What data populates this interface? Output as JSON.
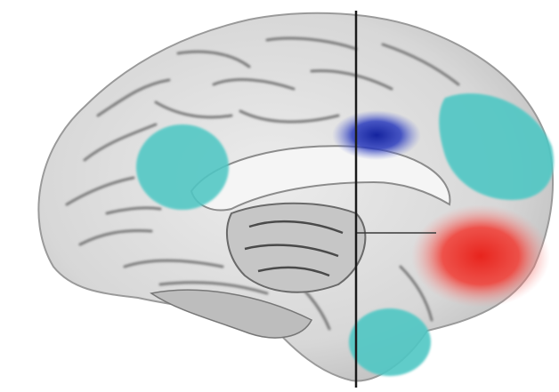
{
  "figure": {
    "subject": "brain-medial-sagittal-view",
    "background_color": "#ffffff",
    "brain_color": "#d9d9d9",
    "sulcus_color": "#6f6f6f",
    "divider_line_color": "#1a1a1a",
    "regions": [
      {
        "id": "posterior-cingulate-precuneus",
        "color": "#4fc7c4"
      },
      {
        "id": "mid-cingulate",
        "color": "#1f2fb0"
      },
      {
        "id": "medial-prefrontal-dorsal",
        "color": "#4fc7c4"
      },
      {
        "id": "ventromedial-prefrontal",
        "color": "#f03a34"
      },
      {
        "id": "temporal-pole",
        "color": "#4fc7c4"
      }
    ]
  }
}
